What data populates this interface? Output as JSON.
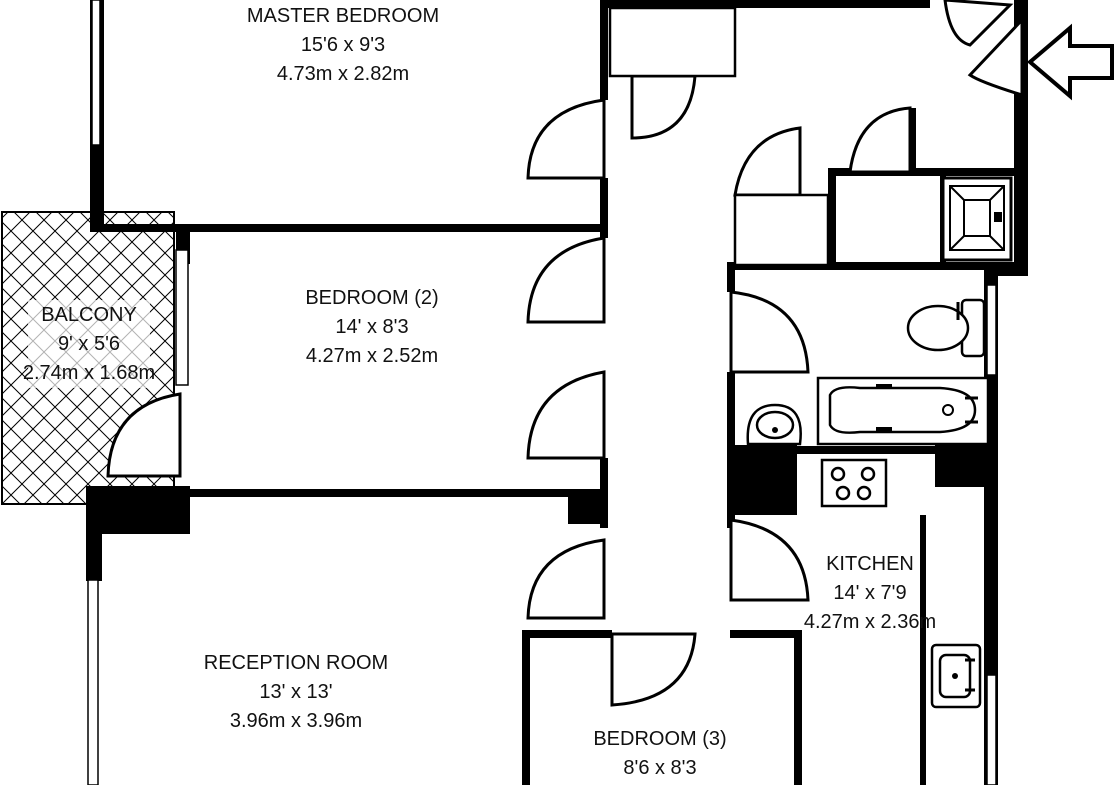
{
  "rooms": {
    "master_bedroom": {
      "name": "MASTER BEDROOM",
      "imperial": "15'6 x 9'3",
      "metric": "4.73m x 2.82m"
    },
    "bedroom_2": {
      "name": "BEDROOM (2)",
      "imperial": "14' x 8'3",
      "metric": "4.27m x 2.52m"
    },
    "balcony": {
      "name": "BALCONY",
      "imperial": "9' x 5'6",
      "metric": "2.74m x 1.68m"
    },
    "reception": {
      "name": "RECEPTION ROOM",
      "imperial": "13' x 13'",
      "metric": "3.96m x 3.96m"
    },
    "kitchen": {
      "name": "KITCHEN",
      "imperial": "14' x 7'9",
      "metric": "4.27m x 2.36m"
    },
    "bedroom_3": {
      "name": "BEDROOM (3)",
      "imperial": "8'6 x 8'3"
    }
  },
  "icons": {
    "entrance": "entrance-arrow-icon",
    "bath": "bathtub-icon",
    "toilet": "toilet-icon",
    "basin": "wash-basin-icon",
    "hob": "hob-icon",
    "sink": "kitchen-sink-icon",
    "shower": "shower-tray-icon"
  }
}
